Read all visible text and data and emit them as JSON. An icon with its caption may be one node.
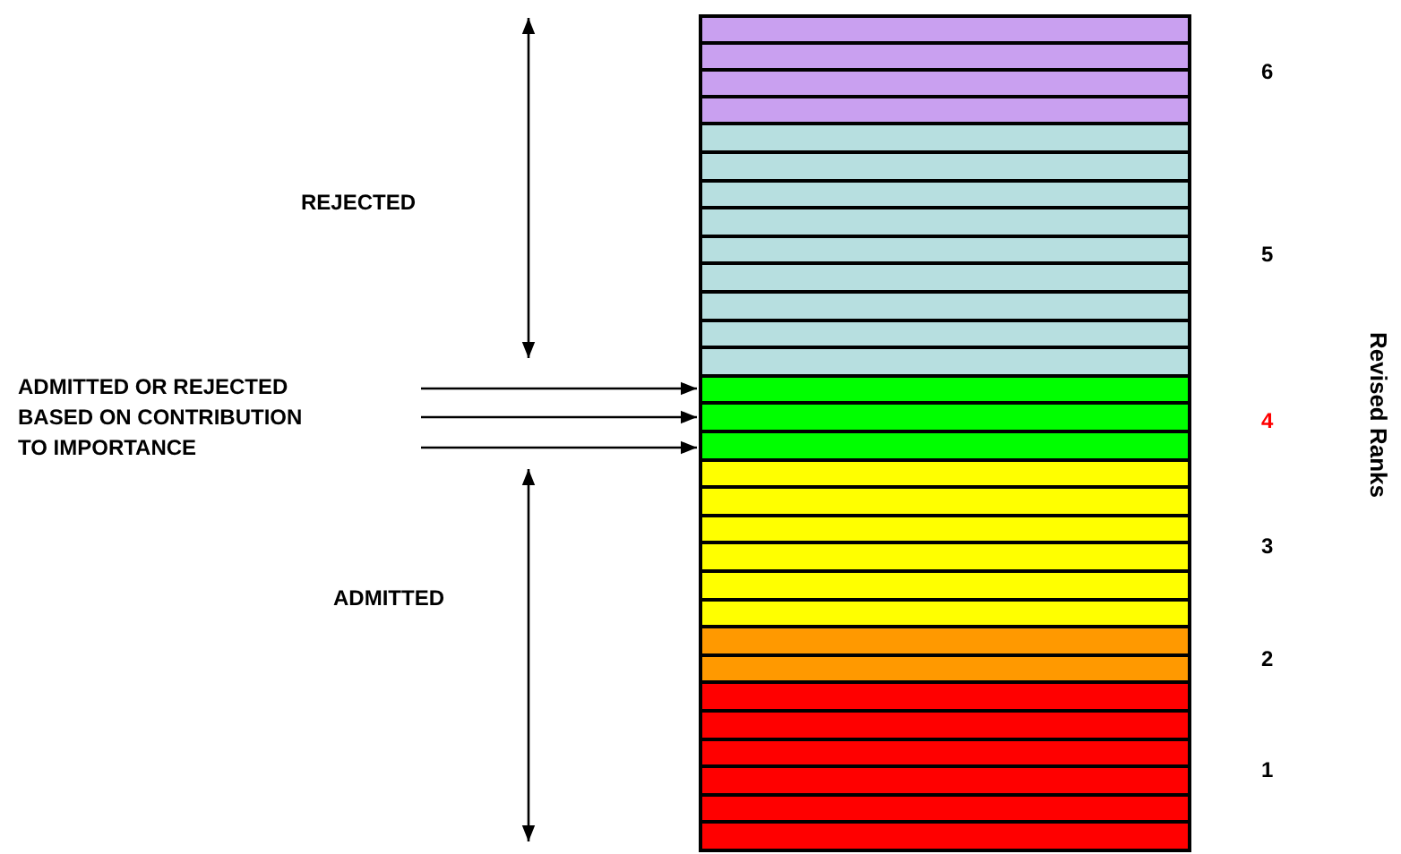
{
  "diagram": {
    "nodes": [
      {
        "text": [],
        "shape": "bar",
        "beside": [
          "6"
        ]
      },
      {
        "text": [],
        "shape": "bar",
        "beside": [
          "5"
        ]
      },
      {
        "text": [],
        "shape": "bar",
        "beside": [
          "4"
        ]
      },
      {
        "text": [],
        "shape": "bar",
        "beside": [
          "3"
        ]
      },
      {
        "text": [],
        "shape": "bar",
        "beside": [
          "2"
        ]
      },
      {
        "text": [],
        "shape": "bar",
        "beside": [
          "1"
        ]
      },
      {
        "text": [
          "ADMITTED OR REJECTED BASED ON CONTRIBUTION TO IMPORTANCE"
        ]
      }
    ],
    "edges": [
      {
        "from": 6,
        "to": 2,
        "arrow": "to"
      },
      {
        "from": 6,
        "to": 2,
        "arrow": "to"
      },
      {
        "from": 6,
        "to": 2,
        "arrow": "to"
      }
    ],
    "labels": [
      "REJECTED",
      "ADMITTED",
      "Revised Ranks"
    ]
  }
}
